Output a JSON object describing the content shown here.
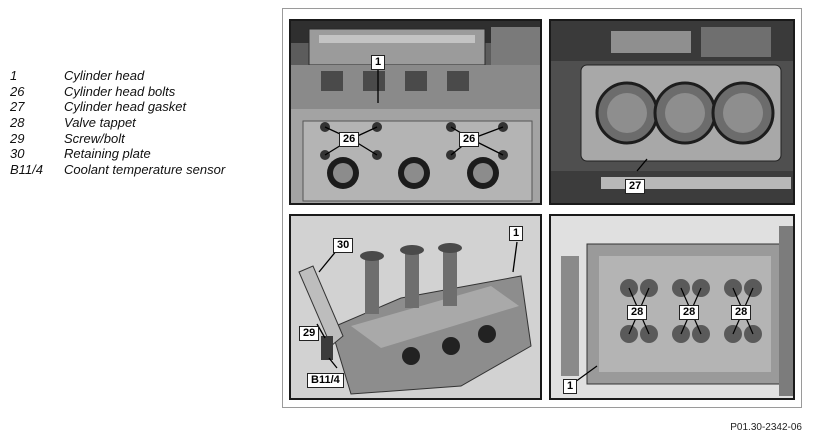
{
  "legend": [
    {
      "num": "1",
      "label": "Cylinder head"
    },
    {
      "num": "26",
      "label": "Cylinder head bolts"
    },
    {
      "num": "27",
      "label": "Cylinder head gasket"
    },
    {
      "num": "28",
      "label": "Valve tappet"
    },
    {
      "num": "29",
      "label": "Screw/bolt"
    },
    {
      "num": "30",
      "label": "Retaining plate"
    },
    {
      "num": "B11/4",
      "label": "Coolant temperature sensor"
    }
  ],
  "photos": [
    {
      "callouts": [
        "1",
        "26",
        "26"
      ]
    },
    {
      "callouts": [
        "27"
      ]
    },
    {
      "callouts": [
        "30",
        "1",
        "29",
        "B11/4"
      ]
    },
    {
      "callouts": [
        "28",
        "28",
        "28",
        "1"
      ]
    }
  ],
  "figure_code": "P01.30-2342-06"
}
